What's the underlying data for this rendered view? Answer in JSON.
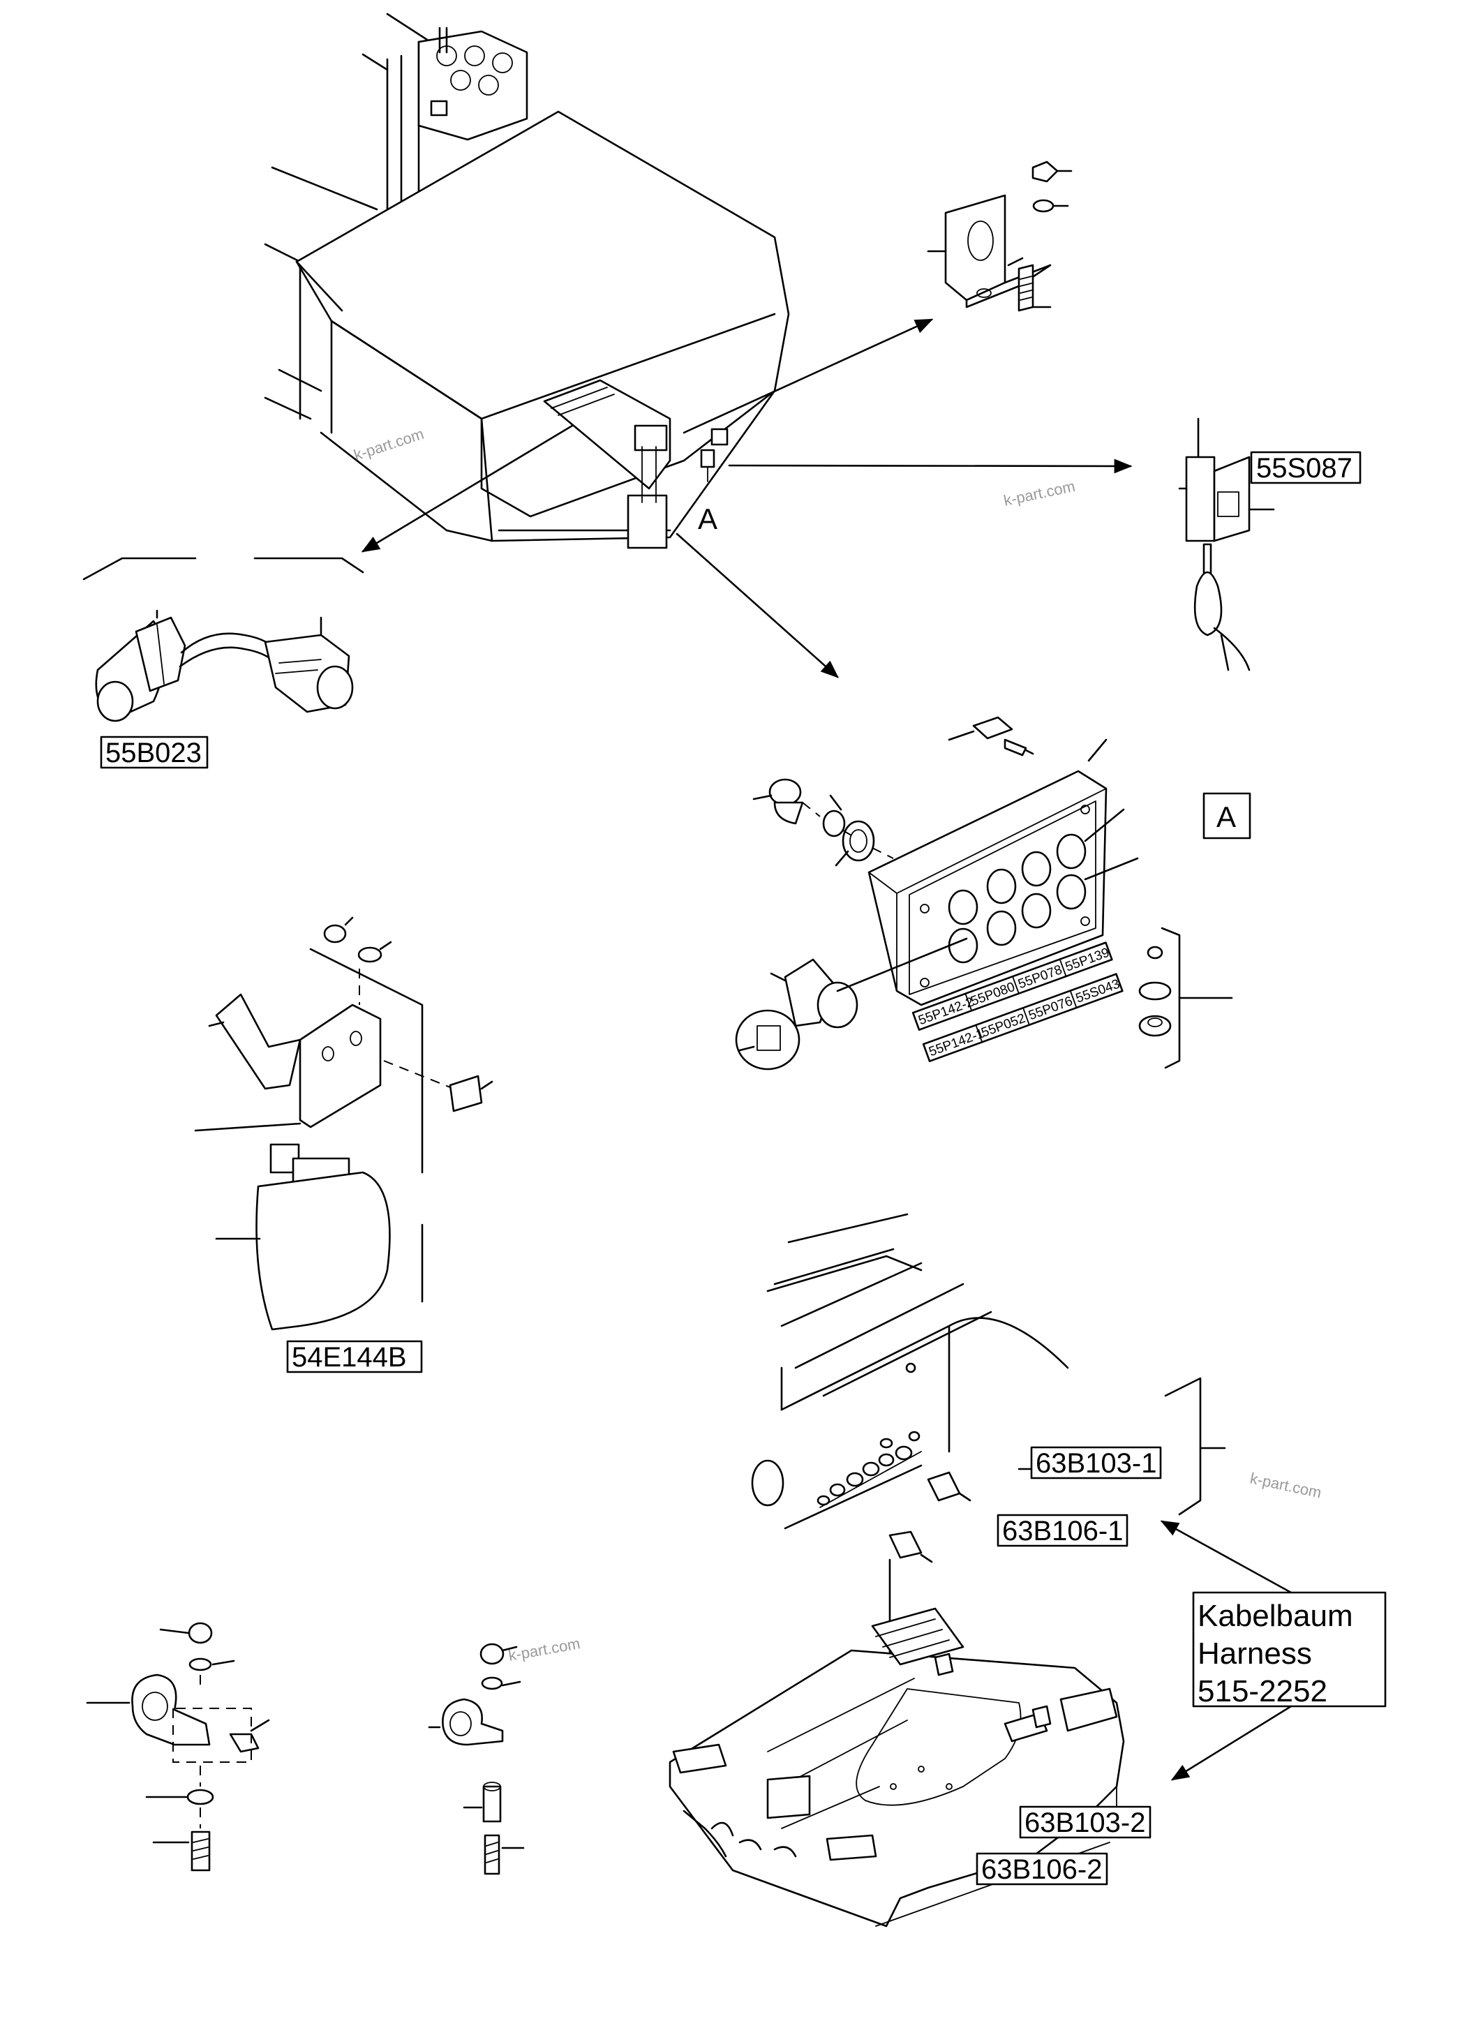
{
  "watermark": "k-part.com",
  "callout_letter": "A",
  "part_labels": {
    "sensor": "55B023",
    "switch": "55S087",
    "lamp": "54E144B",
    "panel_detail": "A",
    "sensor_upper_1": "63B103-1",
    "sensor_lower_1": "63B106-1",
    "sensor_upper_2": "63B103-2",
    "sensor_lower_2": "63B106-2"
  },
  "panel_codes": {
    "row_upper": [
      "55P142-2",
      "55P080",
      "55P078",
      "55P139"
    ],
    "row_lower": [
      "55P142-1",
      "55P052",
      "55P076",
      "55S043"
    ]
  },
  "harness": {
    "line1": "Kabelbaum",
    "line2": "Harness",
    "line3": "515-2252"
  }
}
